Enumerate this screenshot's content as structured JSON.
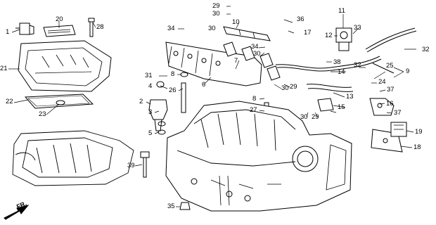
{
  "diagram": {
    "callouts": [
      {
        "label": "1"
      },
      {
        "label": "20"
      },
      {
        "label": "28"
      },
      {
        "label": "21"
      },
      {
        "label": "22"
      },
      {
        "label": "23"
      },
      {
        "label": "34"
      },
      {
        "label": "29"
      },
      {
        "label": "30"
      },
      {
        "label": "10"
      },
      {
        "label": "36"
      },
      {
        "label": "11"
      },
      {
        "label": "30"
      },
      {
        "label": "17"
      },
      {
        "label": "12"
      },
      {
        "label": "33"
      },
      {
        "label": "34"
      },
      {
        "label": "30"
      },
      {
        "label": "32"
      },
      {
        "label": "7"
      },
      {
        "label": "38"
      },
      {
        "label": "32"
      },
      {
        "label": "25"
      },
      {
        "label": "31"
      },
      {
        "label": "8"
      },
      {
        "label": "14"
      },
      {
        "label": "9"
      },
      {
        "label": "4"
      },
      {
        "label": "6"
      },
      {
        "label": "30"
      },
      {
        "label": "29"
      },
      {
        "label": "24"
      },
      {
        "label": "26"
      },
      {
        "label": "37"
      },
      {
        "label": "2"
      },
      {
        "label": "8"
      },
      {
        "label": "13"
      },
      {
        "label": "16"
      },
      {
        "label": "3"
      },
      {
        "label": "27"
      },
      {
        "label": "30"
      },
      {
        "label": "29"
      },
      {
        "label": "15"
      },
      {
        "label": "37"
      },
      {
        "label": "5"
      },
      {
        "label": "19"
      },
      {
        "label": "18"
      },
      {
        "label": "39"
      },
      {
        "label": "35"
      }
    ],
    "direction_label": "FR.",
    "colors": {
      "line": "#000000",
      "background": "#ffffff"
    }
  }
}
